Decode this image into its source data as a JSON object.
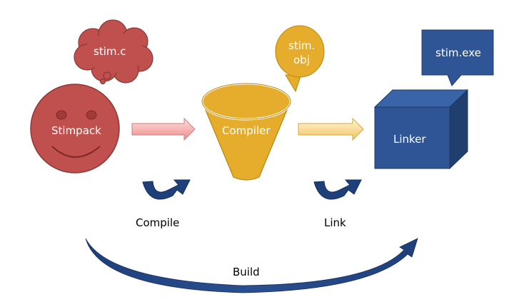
{
  "nodes": {
    "stimpack": "Stimpack",
    "compiler": "Compiler",
    "linker": "Linker"
  },
  "files": {
    "source": "stim.c",
    "object_line1": "stim.",
    "object_line2": "obj",
    "executable": "stim.exe"
  },
  "steps": {
    "compile": "Compile",
    "link": "Link",
    "build": "Build"
  },
  "colors": {
    "face_fill": "#c0504d",
    "face_stroke": "#8c3836",
    "funnel_fill": "#e6ac2b",
    "box_front": "#2f5597",
    "box_side": "#203f6f",
    "arrow_pink": "#f0a2a2",
    "arrow_yellow": "#f5d27a",
    "curl_blue": "#1f3f7a"
  }
}
